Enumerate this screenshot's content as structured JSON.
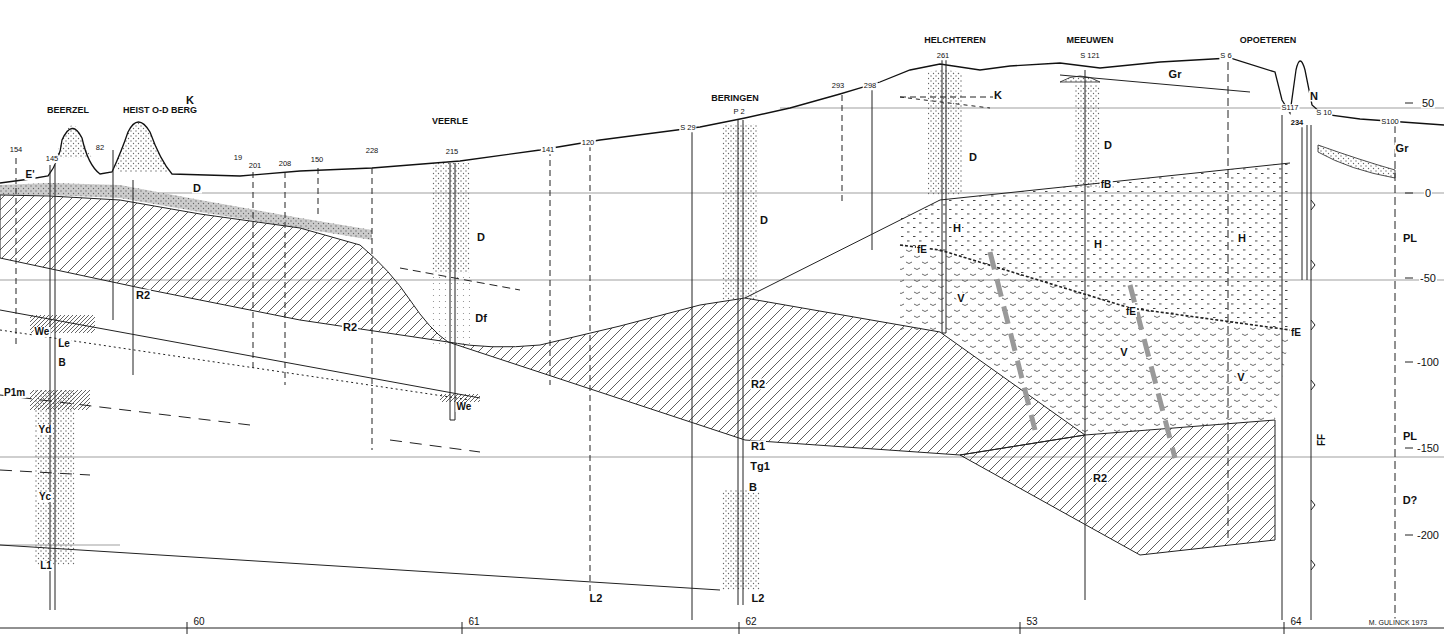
{
  "diagram": {
    "labels": [
      "BEERZEL",
      "HEIST O-D BERG",
      "VEERLE",
      "BERINGEN",
      "HELCHTEREN",
      "MEEUWEN",
      "OPOETEREN",
      "154",
      "145",
      "82",
      "19",
      "201",
      "208",
      "150",
      "228",
      "215",
      "141",
      "120",
      "S 29",
      "P 2",
      "293",
      "298",
      "261",
      "S 121",
      "S 6",
      "S117",
      "234",
      "S 10",
      "S100",
      "50",
      "0",
      "-50",
      "-100",
      "-150",
      "-200",
      "60",
      "61",
      "62",
      "53",
      "64",
      "M. GULINCK 1973",
      "K",
      "E'",
      "D",
      "R2",
      "R2",
      "We",
      "Le",
      "B",
      "P1m",
      "Yd",
      "Yc",
      "L1",
      "D",
      "Df",
      "We",
      "D",
      "R2",
      "R1",
      "Tg1",
      "B",
      "L2",
      "L2",
      "K",
      "D",
      "Gr",
      "D",
      "fB",
      "H",
      "H",
      "H",
      "fE",
      "V",
      "fE",
      "V",
      "V",
      "fE",
      "R2",
      "N",
      "Gr",
      "PL",
      "PL",
      "D?",
      "FF"
    ]
  }
}
